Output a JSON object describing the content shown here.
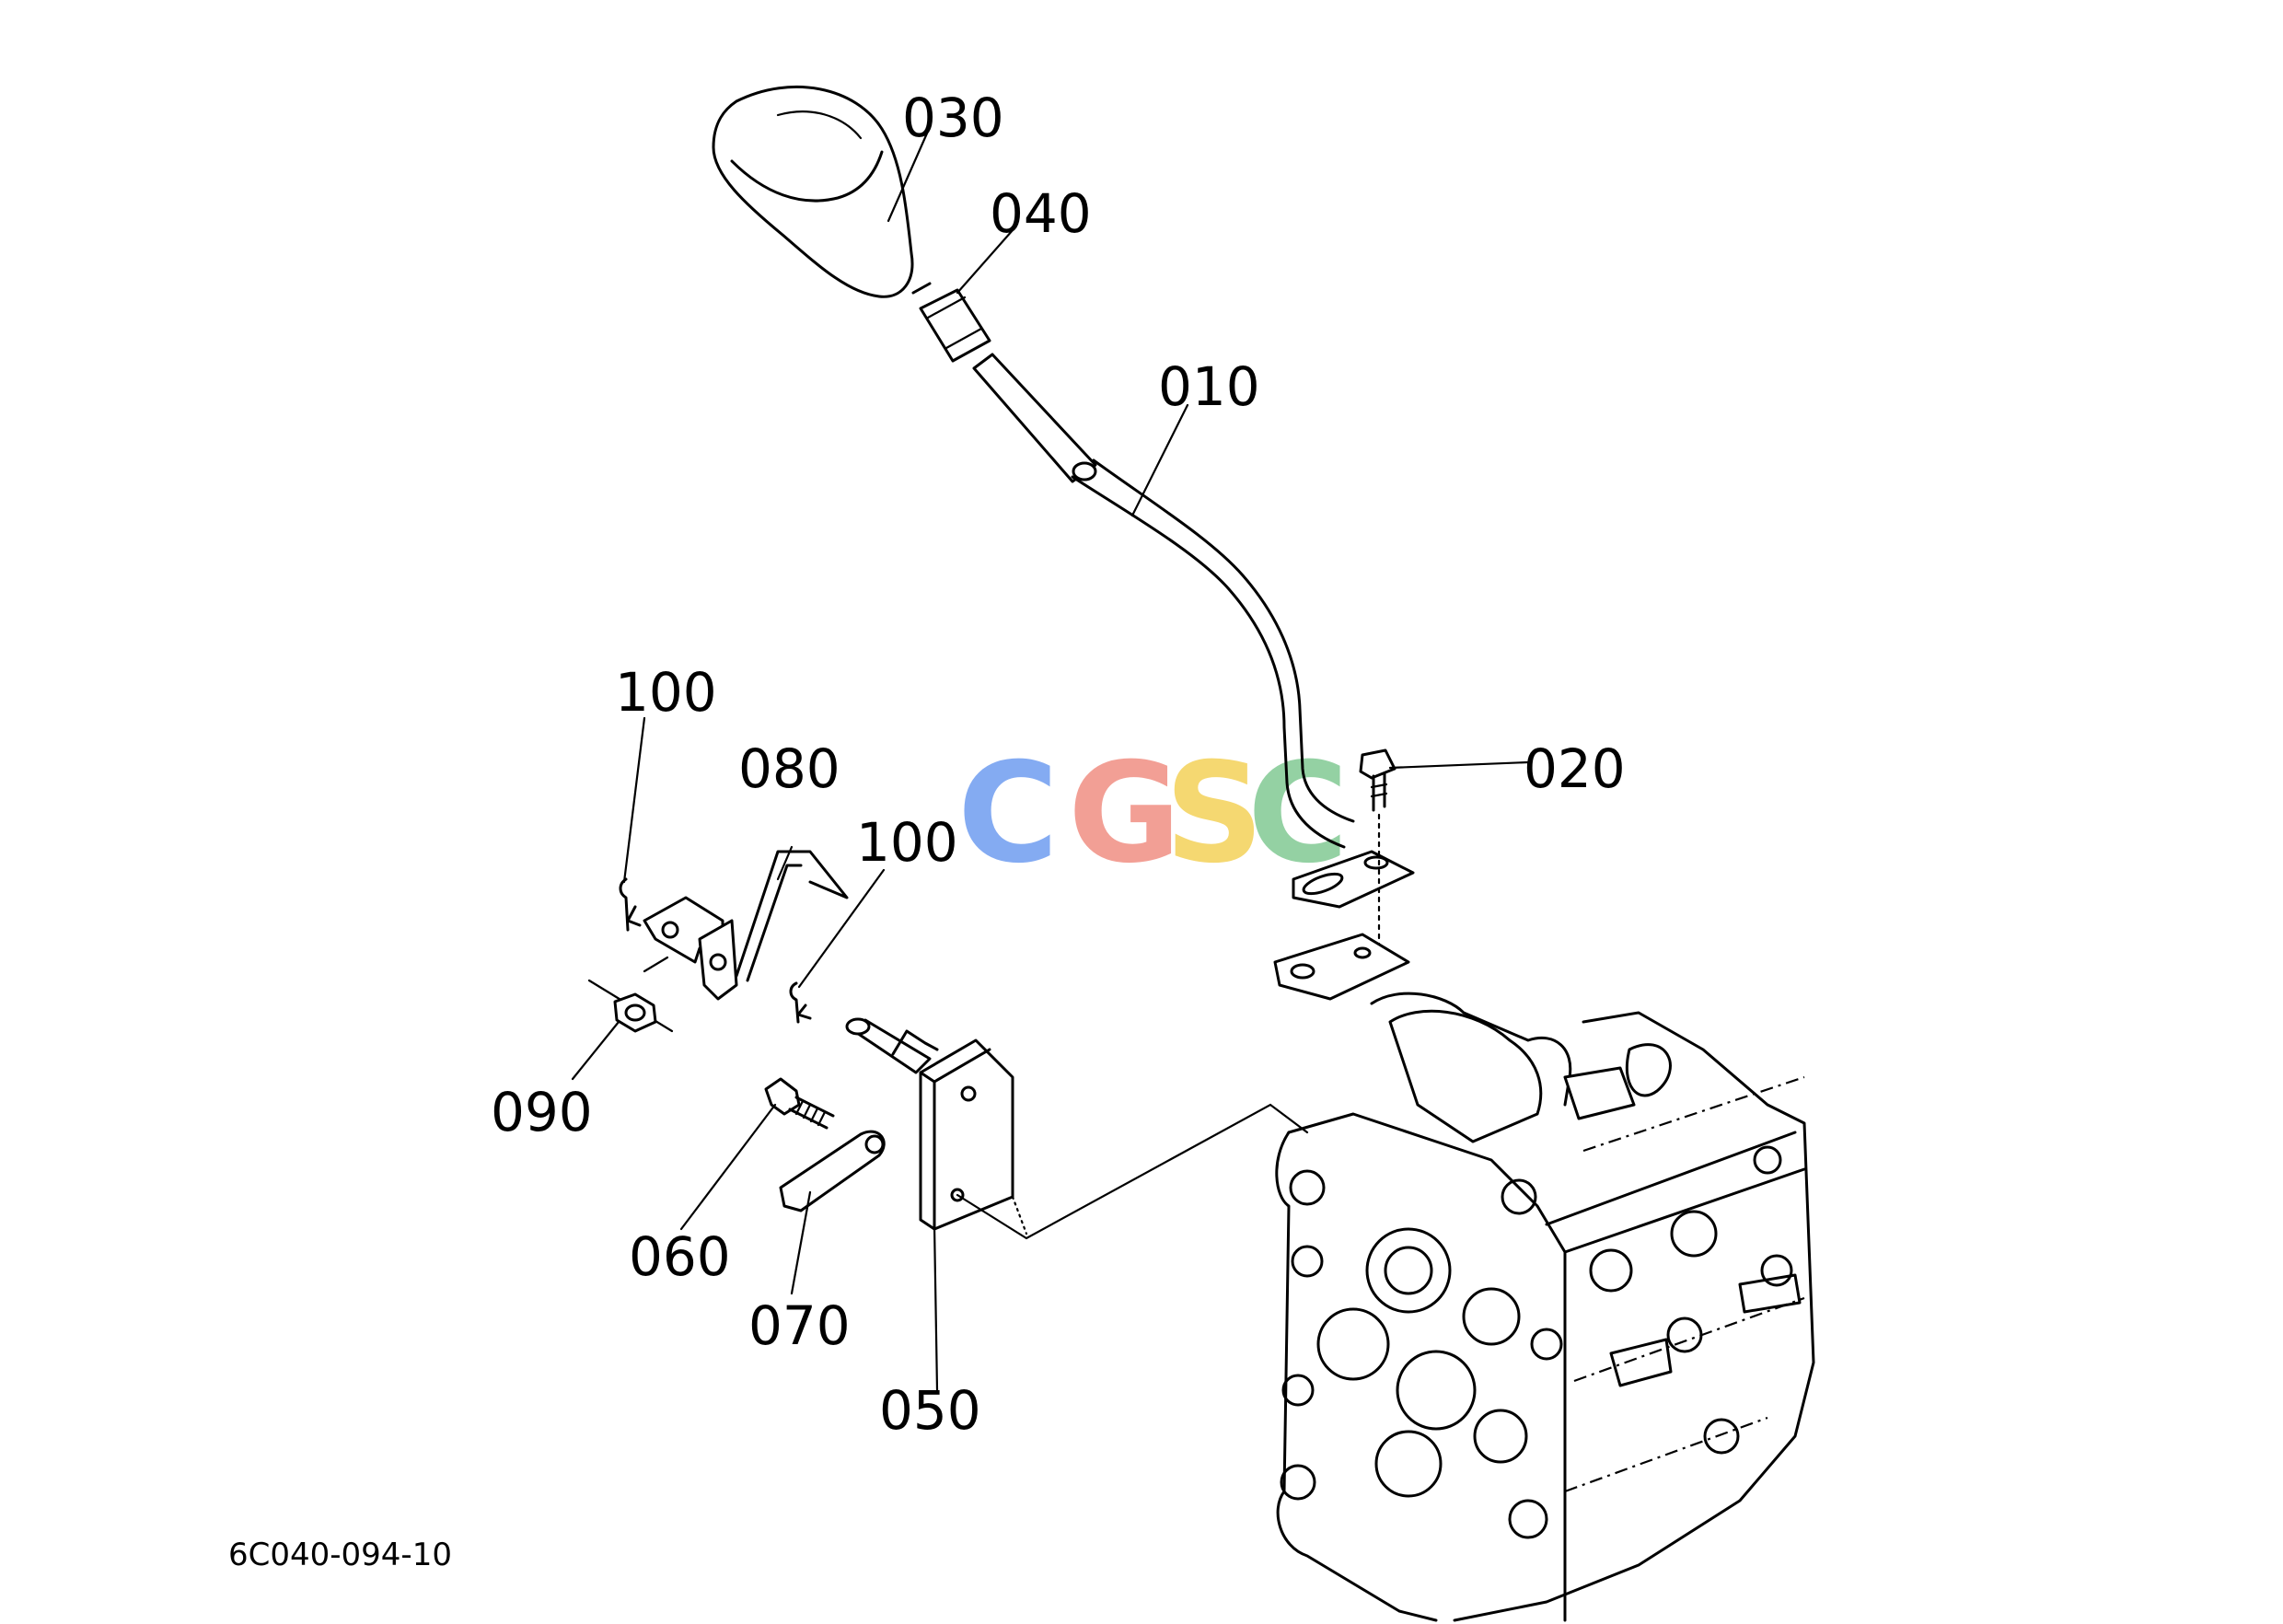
{
  "drawing": {
    "code": "6C040-094-10",
    "watermark": [
      "C",
      "G",
      "S",
      "C"
    ],
    "watermark_colors": [
      "#7ea7f2",
      "#f29a90",
      "#f5d66a",
      "#8fcf9f"
    ]
  },
  "callouts": {
    "p010": "010",
    "p020": "020",
    "p030": "030",
    "p040": "040",
    "p050": "050",
    "p060": "060",
    "p070": "070",
    "p080": "080",
    "p090": "090",
    "p100a": "100",
    "p100b": "100"
  }
}
